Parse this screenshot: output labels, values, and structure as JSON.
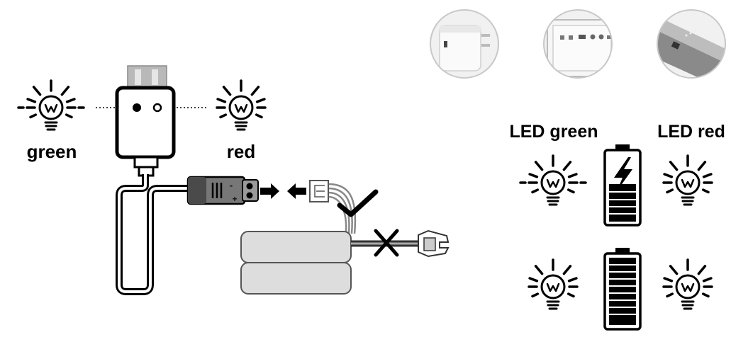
{
  "charger": {
    "led_label_left": "green",
    "led_label_right": "red"
  },
  "connector": {
    "minus": "-",
    "plus": "+"
  },
  "legend": {
    "led_green": "LED green",
    "led_red": "LED red"
  },
  "icons": [
    "light-bulb-icon",
    "battery-charging-icon",
    "battery-full-icon",
    "checkmark-icon",
    "x-mark-icon",
    "arrow-right-icon",
    "arrow-left-icon"
  ],
  "colors": {
    "ink": "#000000",
    "connector": "#777777",
    "battery_pack": "#dddddd",
    "photo_background": "#f1f1f1"
  }
}
